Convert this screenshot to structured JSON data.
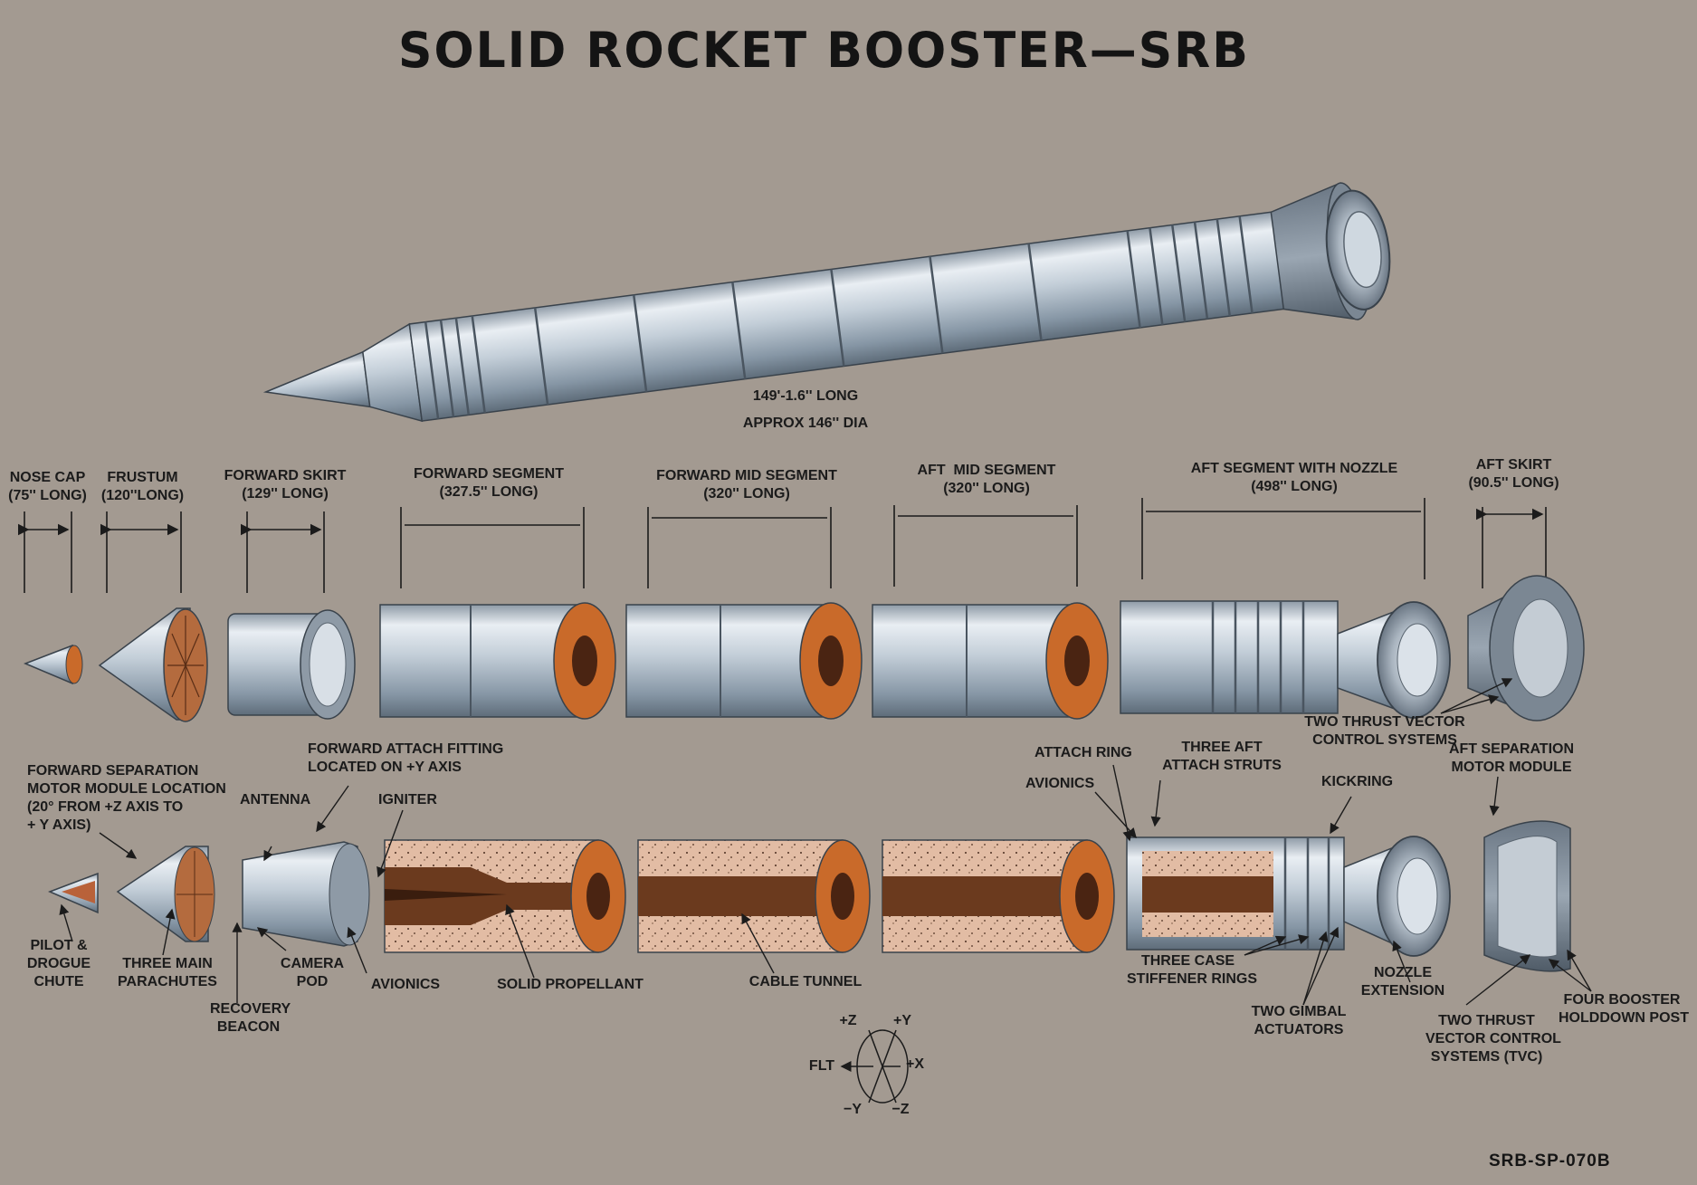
{
  "title": "SOLID ROCKET BOOSTER—SRB",
  "overall": {
    "length": "149'-1.6'' LONG",
    "diameter": "APPROX 146'' DIA"
  },
  "segments": [
    {
      "name": "NOSE CAP",
      "length": "(75'' LONG)"
    },
    {
      "name": "FRUSTUM",
      "length": "(120''LONG)"
    },
    {
      "name": "FORWARD SKIRT",
      "length": "(129'' LONG)"
    },
    {
      "name": "FORWARD SEGMENT",
      "length": "(327.5'' LONG)"
    },
    {
      "name": "FORWARD MID SEGMENT",
      "length": "(320'' LONG)"
    },
    {
      "name": "AFT  MID SEGMENT",
      "length": "(320'' LONG)"
    },
    {
      "name": "AFT SEGMENT WITH NOZZLE",
      "length": "(498'' LONG)"
    },
    {
      "name": "AFT SKIRT",
      "length": "(90.5'' LONG)"
    }
  ],
  "callouts": {
    "two_tvc_systems": [
      "TWO THRUST VECTOR",
      "CONTROL SYSTEMS"
    ],
    "fwd_sep_motor": [
      "FORWARD SEPARATION",
      "MOTOR MODULE LOCATION",
      "(20° FROM +Z AXIS TO",
      "+ Y AXIS)"
    ],
    "fwd_attach": [
      "FORWARD ATTACH FITTING",
      "LOCATED ON +Y AXIS"
    ],
    "antenna": "ANTENNA",
    "igniter": "IGNITER",
    "pilot_drogue": [
      "PILOT &",
      "DROGUE",
      "CHUTE"
    ],
    "three_main_parachutes": [
      "THREE MAIN",
      "PARACHUTES"
    ],
    "recovery_beacon": [
      "RECOVERY",
      "BEACON"
    ],
    "camera_pod": [
      "CAMERA",
      "POD"
    ],
    "avionics_fwd": "AVIONICS",
    "solid_propellant": "SOLID PROPELLANT",
    "cable_tunnel": "CABLE TUNNEL",
    "attach_ring": "ATTACH RING",
    "avionics_aft": "AVIONICS",
    "three_aft_attach_struts": [
      "THREE AFT",
      "ATTACH STRUTS"
    ],
    "kickring": "KICKRING",
    "aft_sep_motor": [
      "AFT SEPARATION",
      "MOTOR MODULE"
    ],
    "three_case_stiffener_rings": [
      "THREE CASE",
      "STIFFENER RINGS"
    ],
    "two_gimbal_actuators": [
      "TWO GIMBAL",
      "ACTUATORS"
    ],
    "nozzle_extension": [
      "NOZZLE",
      "EXTENSION"
    ],
    "tvc": [
      "TWO THRUST",
      "VECTOR CONTROL",
      "SYSTEMS (TVC)"
    ],
    "holddown": [
      "FOUR BOOSTER",
      "HOLDDOWN POST"
    ]
  },
  "axes": {
    "pz": "+Z",
    "py": "+Y",
    "flt": "FLT",
    "px": "+X",
    "my": "−Y",
    "mz": "−Z"
  },
  "drawing_code": "SRB-SP-070B",
  "colors": {
    "background": "#a39a91",
    "metal": "#c9d3dc",
    "propellant_orange": "#c96a2a",
    "propellant_pink": "#e3bfa8",
    "ink": "#1b1b1b"
  }
}
